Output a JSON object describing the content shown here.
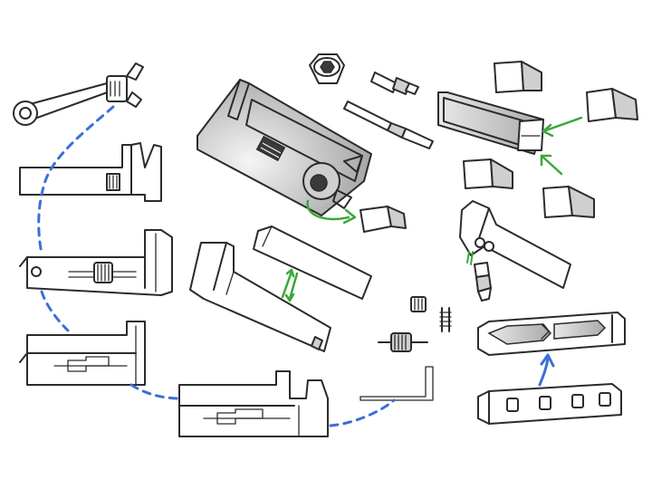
{
  "diagram": {
    "colors": {
      "stroke": "#2b2b2b",
      "flow_dash": "#3b6fd8",
      "green_arrow": "#3aa83a",
      "blue_arrow": "#3b6fd8",
      "shade_light": "#eeeeee",
      "shade_mid": "#cfcfcf"
    },
    "groups": [
      "adjustable-wrench-sequence",
      "bit-holder-tool",
      "slide-cover-assembly",
      "hex-bit-set",
      "bit-clip-insert",
      "small-parts",
      "tray-insert"
    ]
  }
}
